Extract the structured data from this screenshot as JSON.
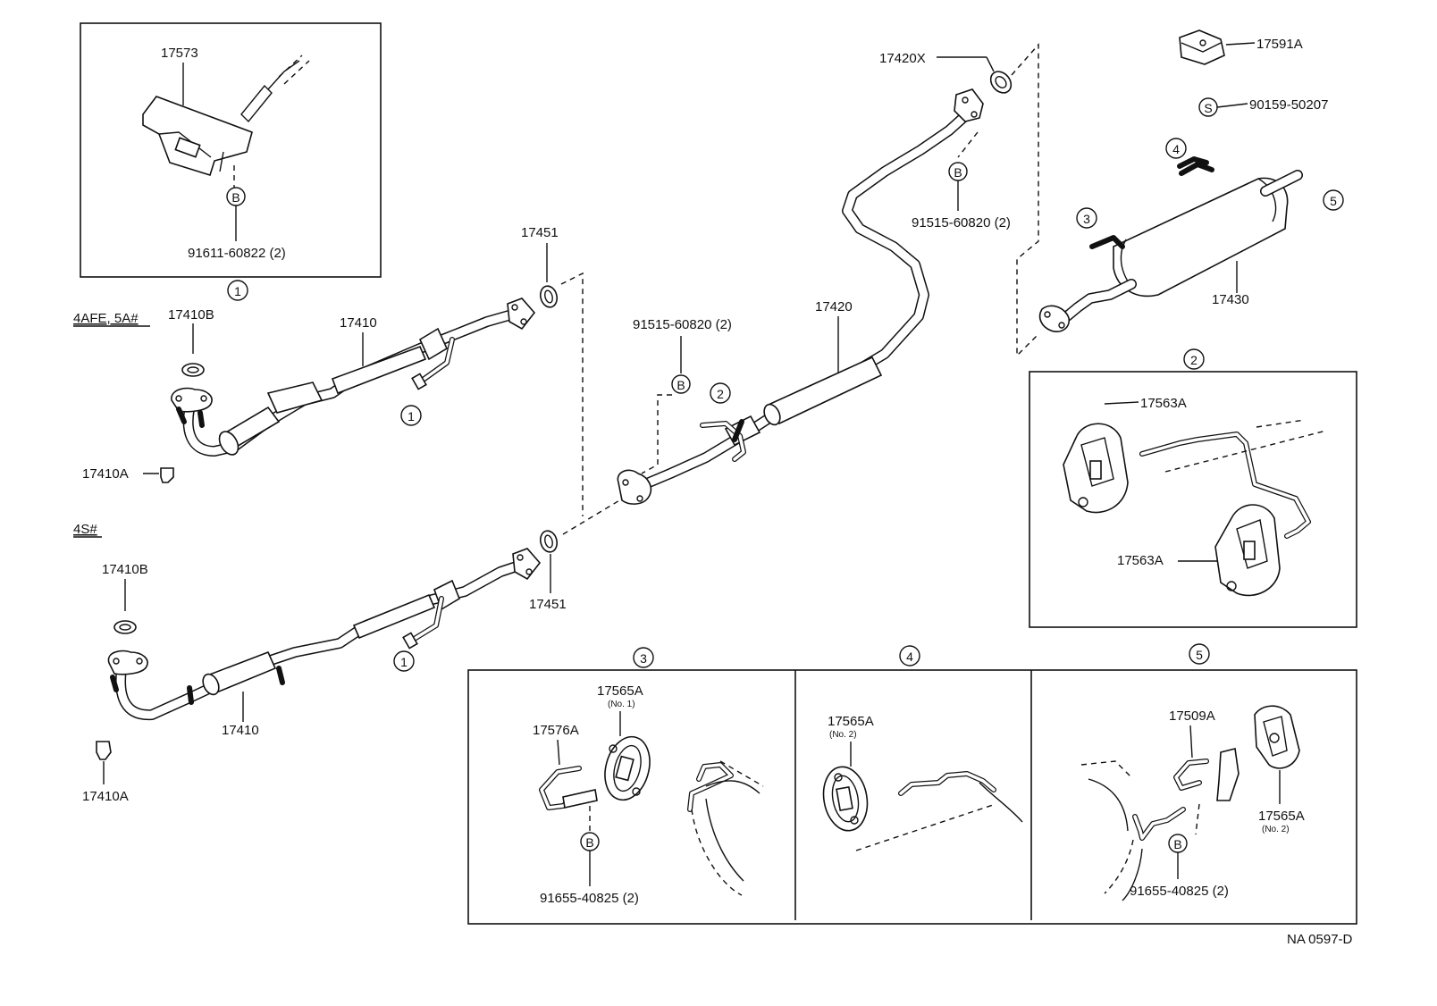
{
  "labels": {
    "p17573": "17573",
    "p91611": "91611-60822 (2)",
    "p17451_top": "17451",
    "p17451_bot": "17451",
    "engine_4afe": "4AFE, 5A#",
    "engine_4s": "4S#",
    "p17410b_top": "17410B",
    "p17410b_bot": "17410B",
    "p17410_top": "17410",
    "p17410_bot": "17410",
    "p17410a_top": "17410A",
    "p17410a_bot": "17410A",
    "p91515_mid": "91515-60820 (2)",
    "p91515_top": "91515-60820 (2)",
    "p17420": "17420",
    "p17420x": "17420X",
    "p17591a": "17591A",
    "p90159": "90159-50207",
    "p17430": "17430",
    "p17563a_top": "17563A",
    "p17563a_bot": "17563A",
    "p17565a_n1": "17565A",
    "no1": "(No. 1)",
    "p17576a": "17576A",
    "p91655_a": "91655-40825 (2)",
    "p17565a_n2a": "17565A",
    "no2a": "(No. 2)",
    "p17509a": "17509A",
    "p17565a_n2b": "17565A",
    "no2b": "(No. 2)",
    "p91655_b": "91655-40825 (2)",
    "drawing_id": "NA 0597-D"
  },
  "callouts": {
    "c1_box": "1",
    "c1_top": "1",
    "c1_bot": "1",
    "c2_main": "2",
    "c2_box": "2",
    "c3_main": "3",
    "c3_box": "3",
    "c4_main": "4",
    "c4_box": "4",
    "c5_main": "5",
    "c5_box": "5",
    "b_17573": "B",
    "b_91515_mid": "B",
    "b_91515_top": "B",
    "b_91655_a": "B",
    "b_91655_b": "B",
    "s_90159": "S"
  }
}
